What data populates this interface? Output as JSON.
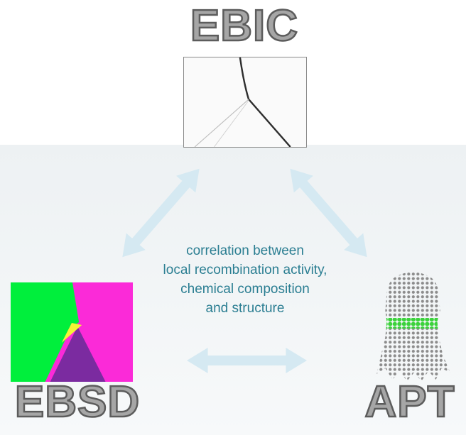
{
  "diagram": {
    "nodes": {
      "ebic": {
        "label": "EBIC",
        "image": "ebic-grain-boundary-micrograph"
      },
      "ebsd": {
        "label": "EBSD",
        "image": "ebsd-orientation-map"
      },
      "apt": {
        "label": "APT",
        "image": "apt-atom-map-reconstruction"
      }
    },
    "center_text": {
      "lines": [
        "correlation between",
        "local recombination activity,",
        "chemical composition",
        "and structure"
      ]
    },
    "arrows": [
      "ebic-ebsd-double-arrow",
      "ebic-apt-double-arrow",
      "ebsd-apt-double-arrow"
    ],
    "colors": {
      "arrow": "#d5e9f2",
      "center_text": "#2b7e92",
      "title_fill": "#a6a6a6",
      "title_outline": "#5c5c5c",
      "panel_background": "#eff3f5",
      "ebic_dark_line": "#2e2e2e",
      "ebic_light_line": "#bdbdbd",
      "ebsd_green": "#00ef3c",
      "ebsd_magenta": "#fb2ad8",
      "ebsd_purple": "#7b2ba0",
      "ebsd_yellow": "#f6f335",
      "apt_dots": "#8c8c8c",
      "apt_band": "#3bd23b"
    }
  }
}
